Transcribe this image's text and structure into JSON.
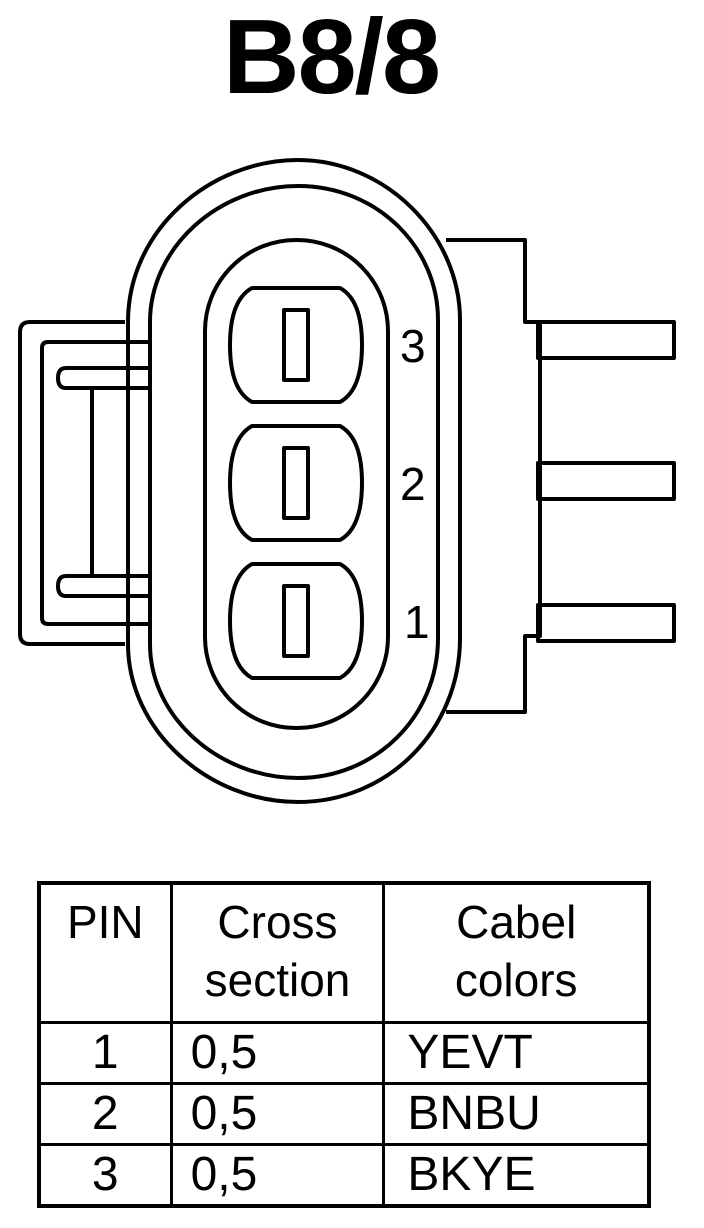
{
  "title": "B8/8",
  "connector": {
    "pin_labels": [
      "3",
      "2",
      "1"
    ]
  },
  "table": {
    "headers": {
      "pin": "PIN",
      "cross_section": [
        "Cross",
        "section"
      ],
      "cable_colors": [
        "Cabel",
        "colors"
      ]
    },
    "rows": [
      {
        "pin": "1",
        "cross_section": "0,5",
        "color": "YEVT"
      },
      {
        "pin": "2",
        "cross_section": "0,5",
        "color": "BNBU"
      },
      {
        "pin": "3",
        "cross_section": "0,5",
        "color": "BKYE"
      }
    ]
  }
}
